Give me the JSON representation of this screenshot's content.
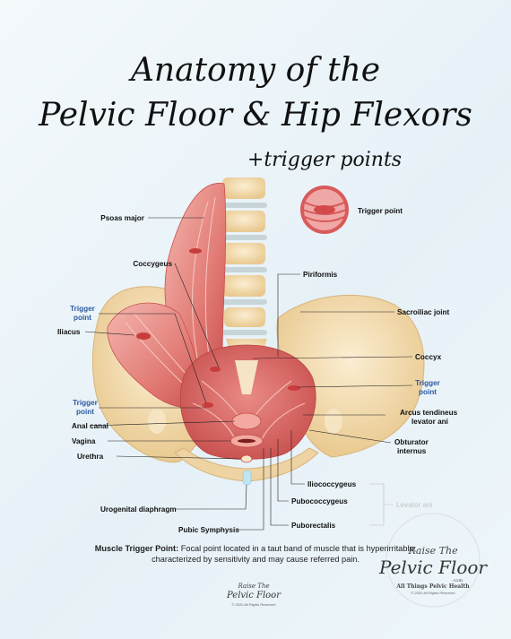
{
  "title": {
    "line1": "Anatomy of the",
    "line2": "Pelvic Floor & Hip Flexors",
    "subtitle": "+trigger points"
  },
  "legend": {
    "label": "Trigger point"
  },
  "labels": {
    "psoas": "Psoas major",
    "coccygeus": "Coccygeus",
    "trigger_left_1": "Trigger",
    "trigger_left_1b": "point",
    "iliacus": "Iliacus",
    "trigger_left_2": "Trigger",
    "trigger_left_2b": "point",
    "anal_canal": "Anal canal",
    "vagina": "Vagina",
    "urethra": "Urethra",
    "urogenital": "Urogenital diaphragm",
    "pubic_symphysis": "Pubic Symphysis",
    "piriformis": "Piriformis",
    "sacroiliac": "Sacroiliac joint",
    "coccyx": "Coccyx",
    "trigger_right": "Trigger",
    "trigger_right_b": "point",
    "arcus": "Arcus tendineus",
    "arcus_b": "levator ani",
    "obturator": "Obturator",
    "obturator_b": "internus",
    "iliococcygeus": "Iliococcygeus",
    "pubococcygeus": "Pubococcygeus",
    "puborectalis": "Puborectalis",
    "levator_ani": "Levator ani"
  },
  "caption": {
    "bold": "Muscle Trigger Point:",
    "text": " Focal point located in a taut band of muscle that is hyperirritable;",
    "text2": "characterized by sensitivity and may cause referred pain."
  },
  "logo_small": {
    "l1": "Raise The",
    "l2": "Pelvic Floor",
    "l3": "© 2020 All Rights Reserved"
  },
  "logo_large": {
    "l1": "Raise The",
    "l2": "Pelvic Floor",
    "l3": ".com",
    "l4": "All Things Pelvic Health",
    "l5": "© 2020 All Rights Reserved"
  },
  "colors": {
    "muscle": "#e0706e",
    "bone": "#f3ddb4",
    "cartilage": "#c9d6da",
    "trigger_blue": "#2c5aa0"
  }
}
